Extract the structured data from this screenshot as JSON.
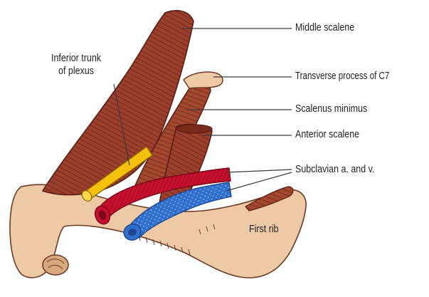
{
  "labels": {
    "middle_scalene": "Middle scalene",
    "inferior_trunk_line1": "Inferior trunk",
    "inferior_trunk_line2": "of plexus",
    "transverse_process": "Transverse process of C7",
    "scalenus_minimus": "Scalenus minimus",
    "anterior_scalene": "Anterior scalene",
    "subclavian": "Subclavian a. and v.",
    "first_rib": "First rib"
  },
  "colors": {
    "muscle": "#9c3f2c",
    "muscle_dark": "#6a2417",
    "bone": "#eec9a6",
    "bone_outline": "#6b3b25",
    "nerve": "#f4c20d",
    "artery": "#c8102e",
    "vein": "#2f6fce",
    "leader_line": "#3a3a3a"
  }
}
